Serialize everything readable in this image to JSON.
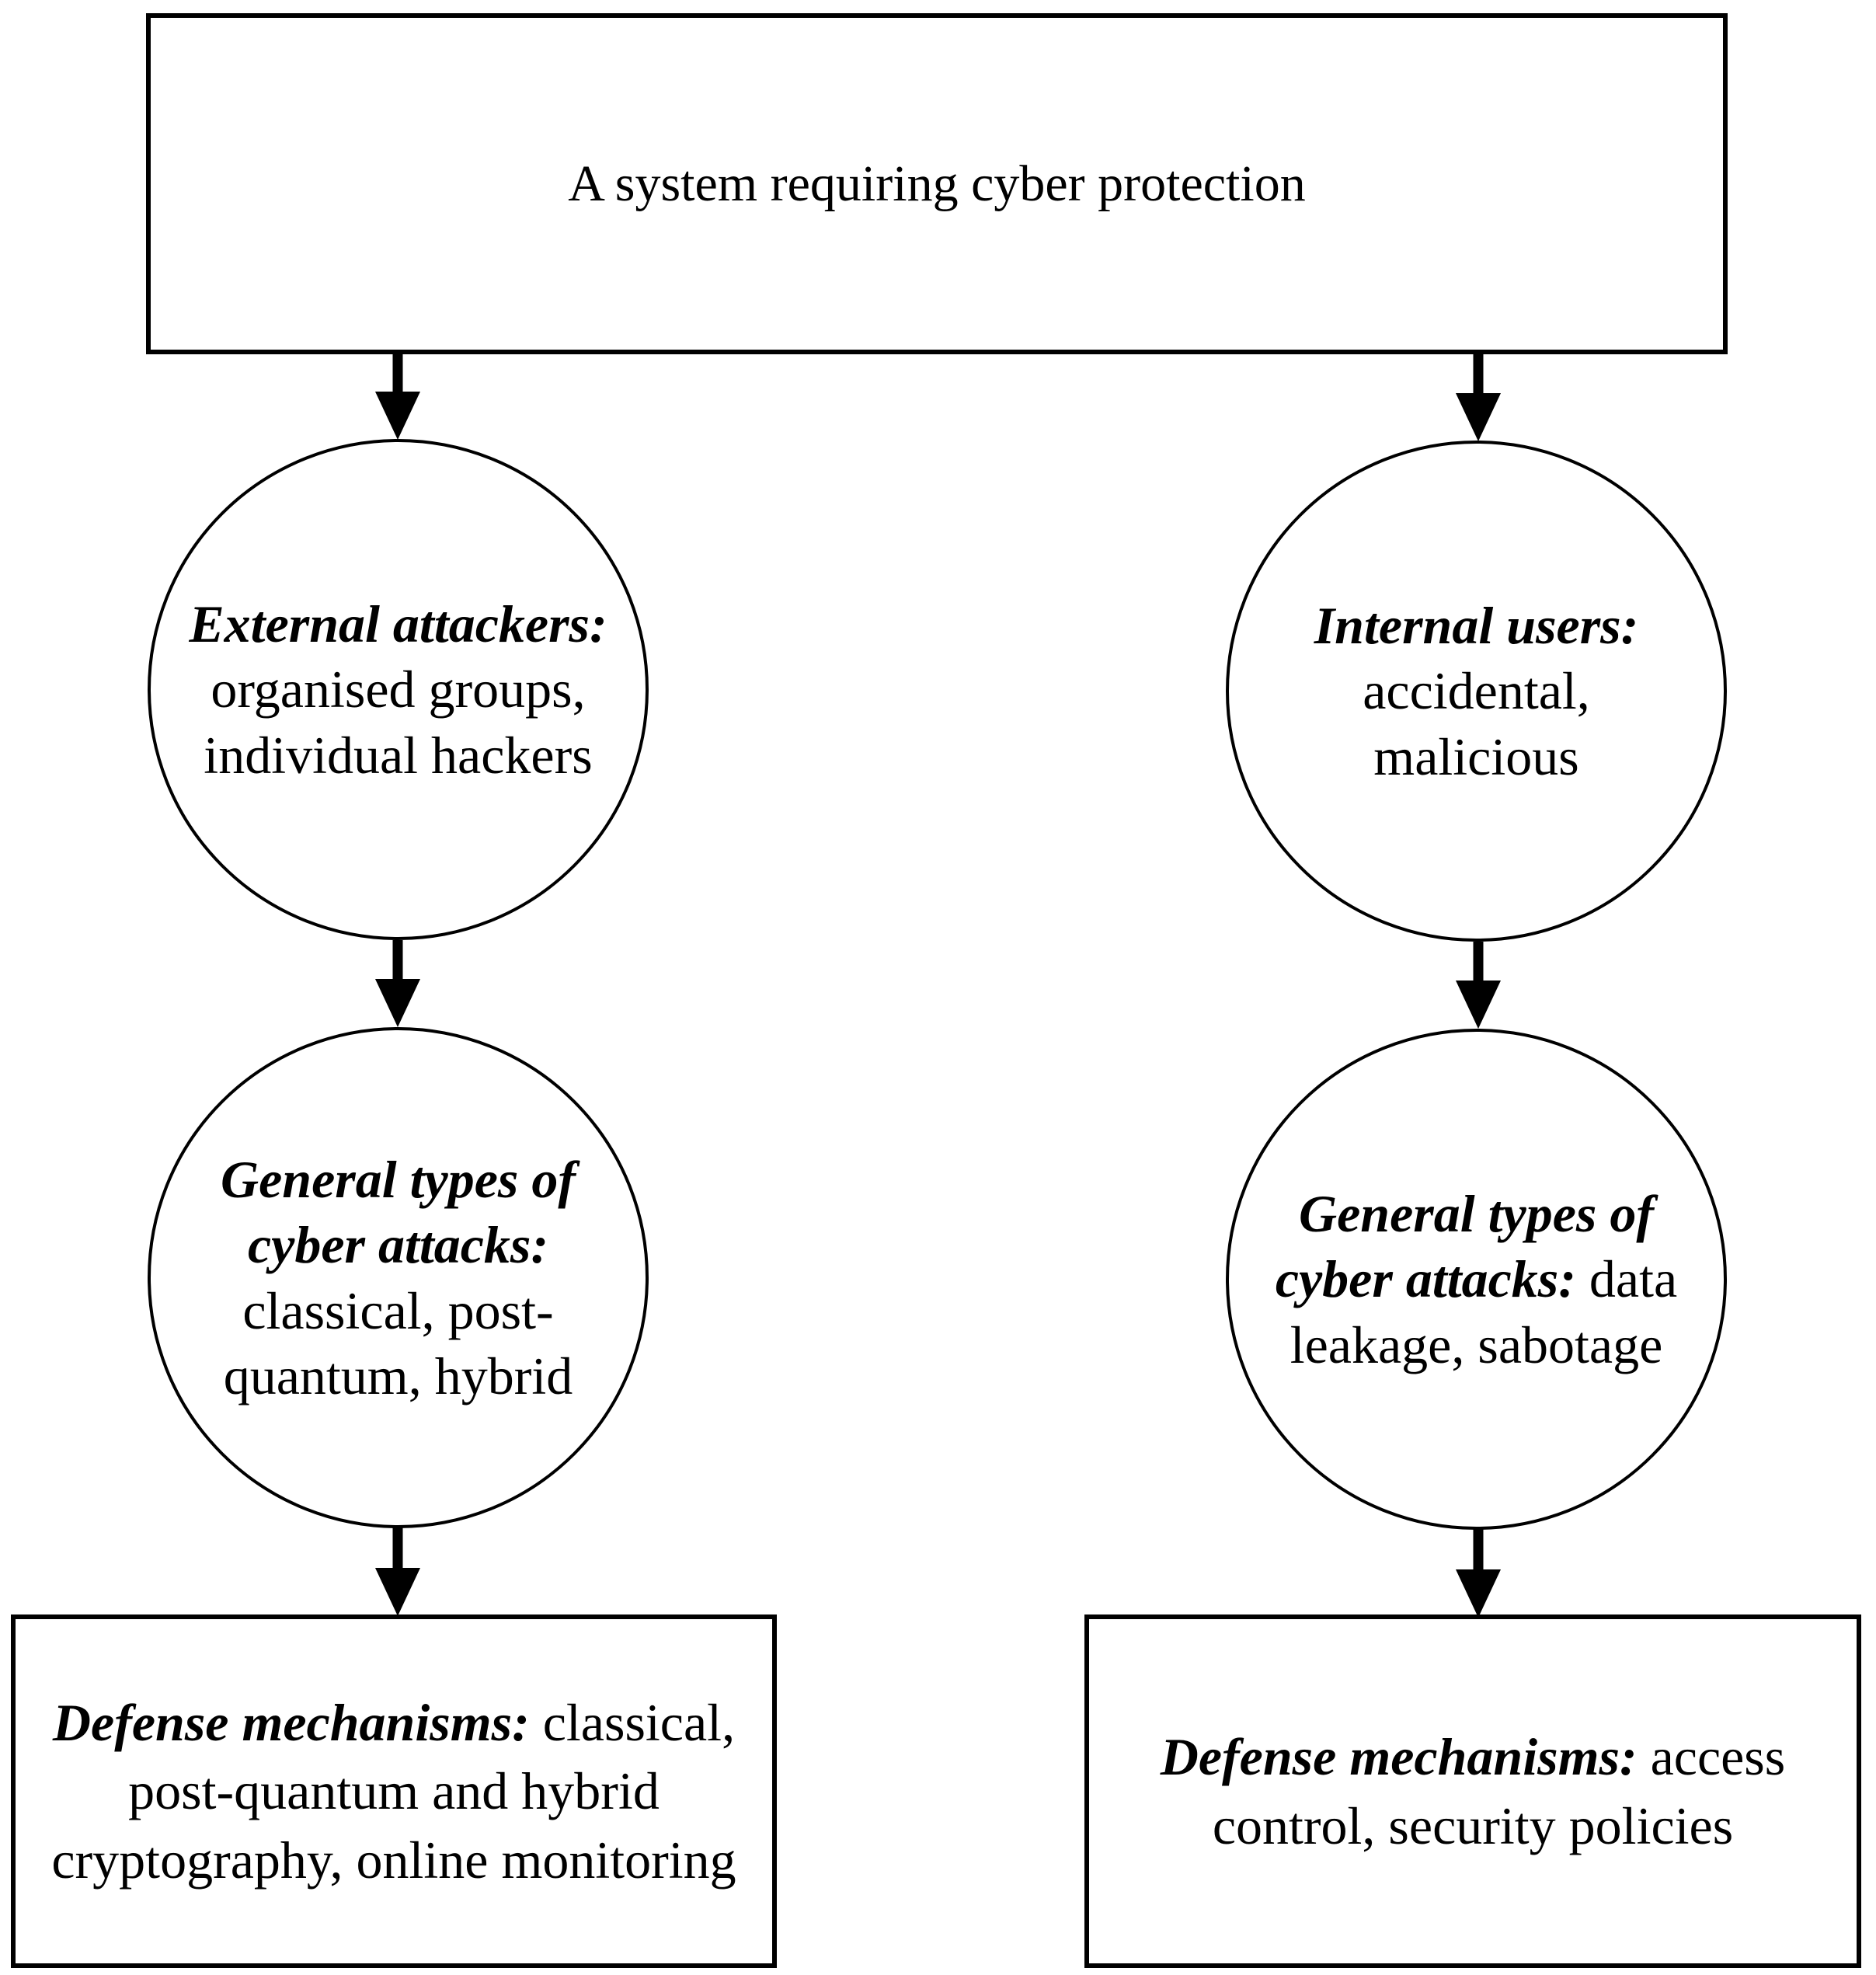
{
  "diagram": {
    "title": "A system requiring cyber protection",
    "background_color": "#ffffff",
    "stroke_color": "#000000"
  },
  "nodes": {
    "system_box": {
      "label": "A system requiring cyber protection",
      "shape": "rectangle"
    },
    "external_attackers": {
      "lead": "External attackers:",
      "body": "organised groups, individual hackers",
      "shape": "circle"
    },
    "internal_users": {
      "lead": "Internal users:",
      "body": "accidental, malicious",
      "shape": "circle"
    },
    "attacks_left": {
      "lead": "General types of cyber attacks:",
      "body": "classical, post-quantum, hybrid",
      "shape": "circle"
    },
    "attacks_right": {
      "lead": "General types of cyber attacks:",
      "body": "data leakage, sabotage",
      "shape": "circle"
    },
    "defense_left": {
      "lead": "Defense mechanisms:",
      "body": " classical, post-quantum and hybrid cryptography, online monitoring",
      "shape": "rectangle"
    },
    "defense_right": {
      "lead": "Defense mechanisms:",
      "body": " access control, security policies",
      "shape": "rectangle"
    }
  },
  "edges": [
    {
      "name": "system-to-external-attackers",
      "from": "system_box",
      "to": "external_attackers",
      "style": "solid-arrow-down"
    },
    {
      "name": "system-to-internal-users",
      "from": "system_box",
      "to": "internal_users",
      "style": "solid-arrow-down"
    },
    {
      "name": "external-attackers-to-attacks",
      "from": "external_attackers",
      "to": "attacks_left",
      "style": "solid-arrow-down"
    },
    {
      "name": "internal-users-to-attacks",
      "from": "internal_users",
      "to": "attacks_right",
      "style": "solid-arrow-down"
    },
    {
      "name": "attacks-to-defense-left",
      "from": "attacks_left",
      "to": "defense_left",
      "style": "solid-arrow-down"
    },
    {
      "name": "attacks-to-defense-right",
      "from": "attacks_right",
      "to": "defense_right",
      "style": "solid-arrow-down"
    }
  ]
}
